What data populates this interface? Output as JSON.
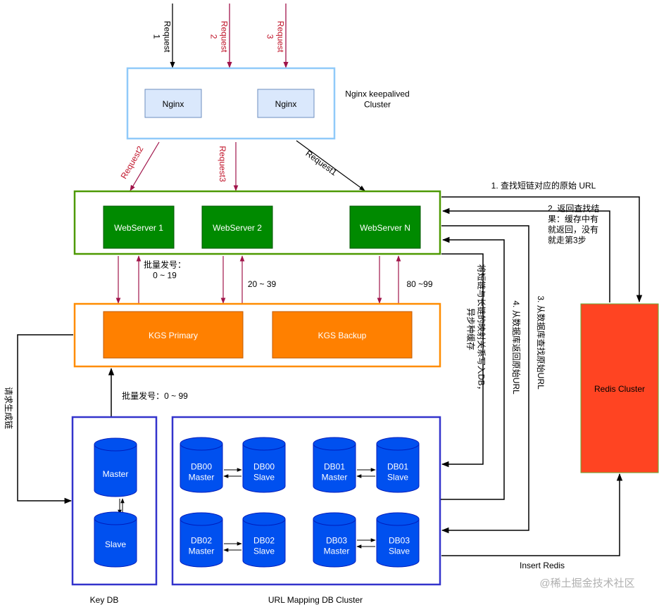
{
  "colors": {
    "black": "#000000",
    "request_red": "#c2185b",
    "nginx_border": "#90caf9",
    "nginx_box_fill": "#dae8fc",
    "nginx_box_border": "#6c8ebf",
    "web_border": "#4d9900",
    "web_fill": "#008a00",
    "kgs_border": "#ff8c00",
    "kgs_fill": "#ff8000",
    "db_border": "#3333cc",
    "db_fill": "#0050ef",
    "redis_fill": "#ff4422",
    "redis_border": "#66aa33",
    "watermark": "#b0b0b0"
  },
  "requests": {
    "r1": "Request\n1",
    "r2": "Request\n2",
    "r3": "Request\n3"
  },
  "nginx": {
    "node1": "Nginx",
    "node2": "Nginx",
    "cluster_label": "Nginx keepalived\nCluster"
  },
  "internal_requests": {
    "req2": "Request2",
    "req3": "Request3",
    "req1": "Request1"
  },
  "webservers": {
    "ws1": "WebServer 1",
    "ws2": "WebServer 2",
    "wsn": "WebServer N"
  },
  "batch_labels": {
    "ws1_range": "批量发号：\n0 ~ 19",
    "ws2_range": "20 ~ 39",
    "wsn_range": "80 ~99",
    "kgs_range": "批量发号：0 ~ 99"
  },
  "kgs": {
    "primary": "KGS Primary",
    "backup": "KGS Backup"
  },
  "keydb": {
    "master": "Master",
    "slave": "Slave",
    "label": "Key DB"
  },
  "mapping_db": {
    "label": "URL Mapping DB Cluster",
    "db00_master": "DB00\nMaster",
    "db00_slave": "DB00\nSlave",
    "db01_master": "DB01\nMaster",
    "db01_slave": "DB01\nSlave",
    "db02_master": "DB02\nMaster",
    "db02_slave": "DB02\nSlave",
    "db03_master": "DB03\nMaster",
    "db03_slave": "DB03\nSlave"
  },
  "flow": {
    "step1": "1. 查找短链对应的原始 URL",
    "step2": "2. 返回查找结\n果：缓存中有\n就返回，没有\n就走第3步",
    "step3": "3. 从数据库查找原始URL",
    "step4": "4. 从数据库返回原始URL",
    "step5": "将短链与长链的映射关系写入DB，\n异步种缓存",
    "insert_redis": "Insert  Redis",
    "request_gen": "请求生成链"
  },
  "redis": {
    "label": "Redis Cluster"
  },
  "watermark": "@稀土掘金技术社区"
}
